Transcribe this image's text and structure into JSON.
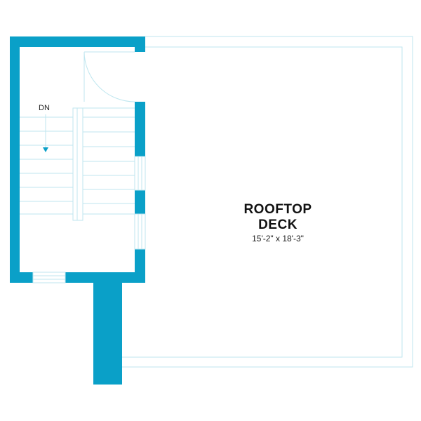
{
  "plan": {
    "room": {
      "name_line1": "ROOFTOP",
      "name_line2": "DECK",
      "dimensions": "15'-2\" x 18'-3\""
    },
    "stair": {
      "direction_label": "DN"
    },
    "colors": {
      "wall": "#0aa0c8",
      "thin_line": "#bfe6ef",
      "text": "#111111"
    }
  }
}
